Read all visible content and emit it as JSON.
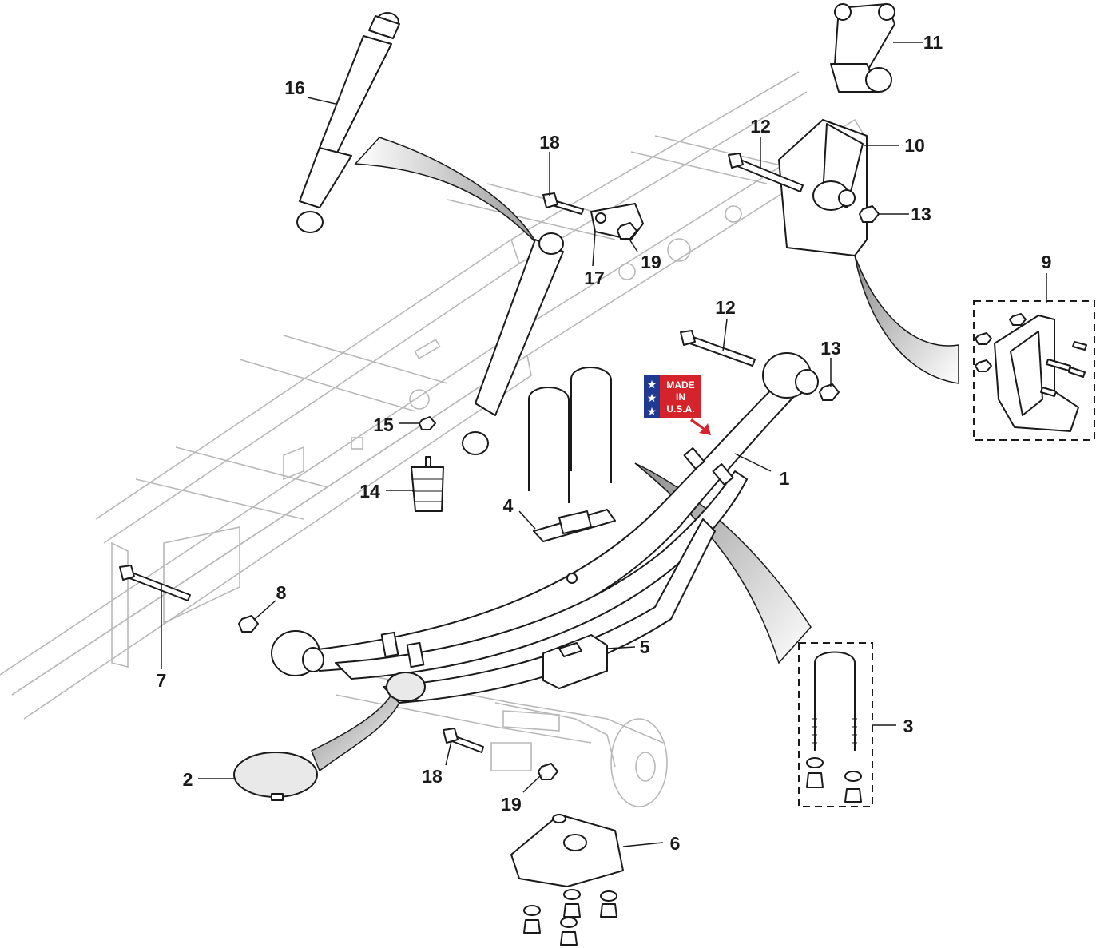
{
  "callouts": {
    "c1": "1",
    "c2": "2",
    "c3": "3",
    "c4": "4",
    "c5": "5",
    "c6": "6",
    "c7": "7",
    "c8": "8",
    "c9": "9",
    "c10": "10",
    "c11": "11",
    "c12a": "12",
    "c12b": "12",
    "c13a": "13",
    "c13b": "13",
    "c14": "14",
    "c15": "15",
    "c16": "16",
    "c17": "17",
    "c18a": "18",
    "c18b": "18",
    "c19a": "19",
    "c19b": "19"
  },
  "badge": {
    "line1": "MADE",
    "line2": "IN",
    "line3": "U.S.A."
  },
  "colors": {
    "flag_blue": "#1f3a93",
    "flag_red": "#d4232a",
    "frame": "#b8b8b8",
    "ink": "#1a1a1a"
  }
}
